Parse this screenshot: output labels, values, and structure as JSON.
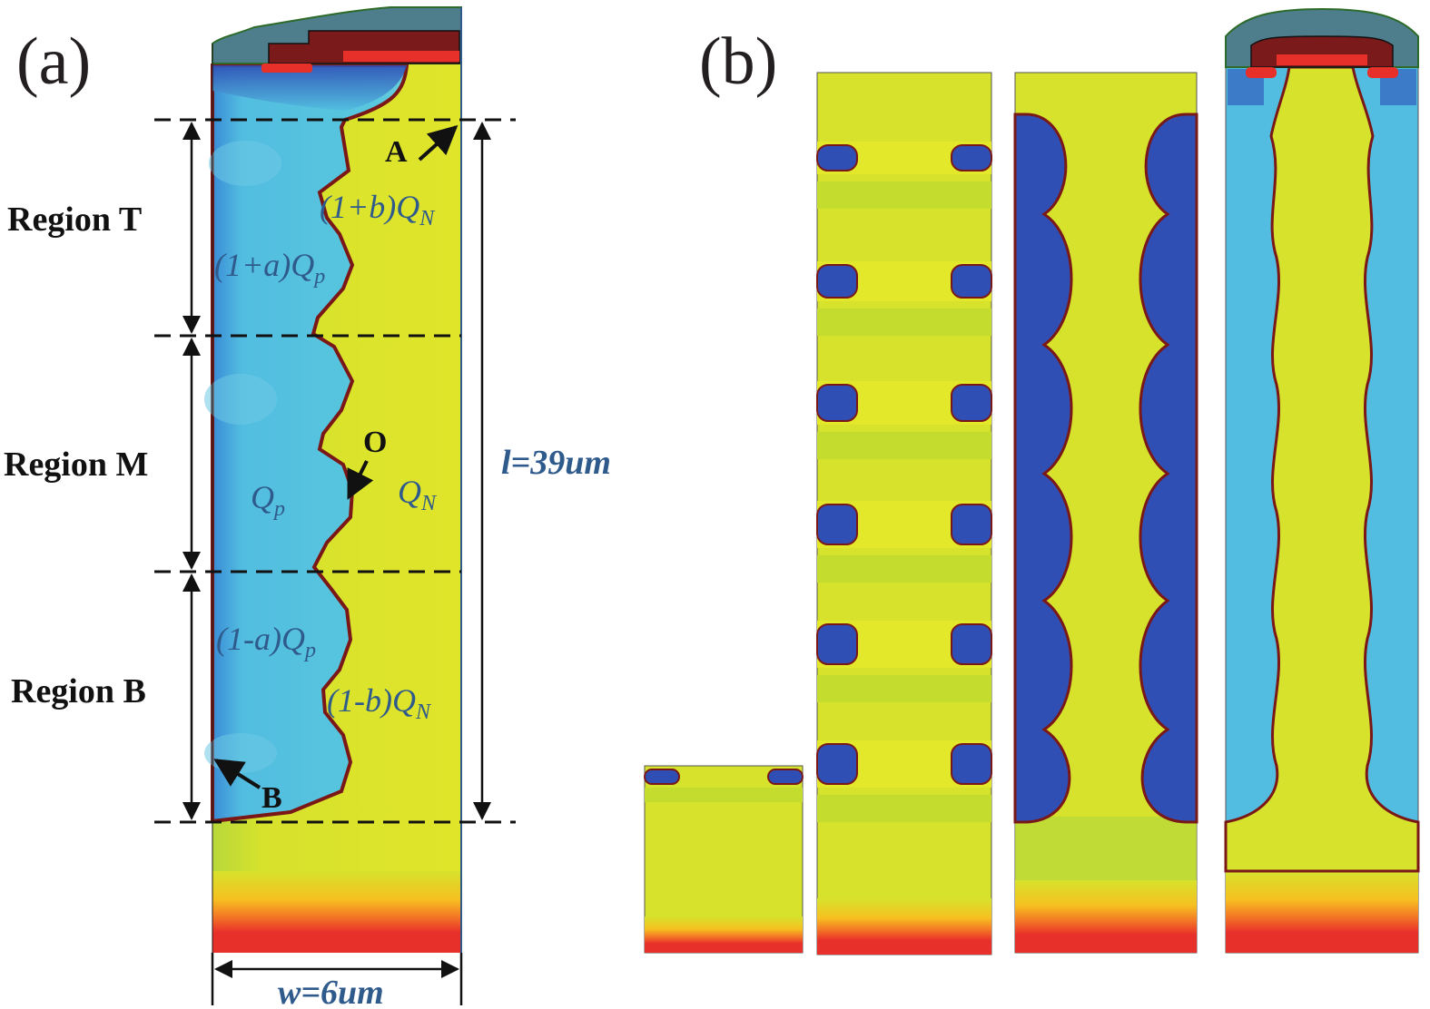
{
  "panel_a": {
    "label": "(a)",
    "regions": {
      "top": "Region T",
      "middle": "Region M",
      "bottom": "Region B"
    },
    "points": {
      "a": "A",
      "o": "O",
      "b": "B"
    },
    "charges": {
      "p_top_pre": "(1+a)Q",
      "p_top_sub": "p",
      "n_top_pre": "(1+b)Q",
      "n_top_sub": "N",
      "p_mid_pre": "Q",
      "p_mid_sub": "p",
      "n_mid_pre": "Q",
      "n_mid_sub": "N",
      "p_bot_pre": "(1-a)Q",
      "p_bot_sub": "p",
      "n_bot_pre": "(1-b)Q",
      "n_bot_sub": "N"
    },
    "dimensions": {
      "length": "l=39um",
      "width": "w=6um"
    }
  },
  "panel_b": {
    "label": "(b)"
  },
  "colors": {
    "n_region": "#d7e22c",
    "n_region_edge": "#c4dc2e",
    "p_deep": "#2f4fb5",
    "p_light": "#52bde0",
    "p_mid": "#3a8bd6",
    "junction": "#7a1818",
    "substrate_red": "#e8302a",
    "substrate_orange": "#f47a25",
    "oxide": "#4e7d8c",
    "gate": "#7a1a1a",
    "label_blue": "#2f5a8c"
  }
}
